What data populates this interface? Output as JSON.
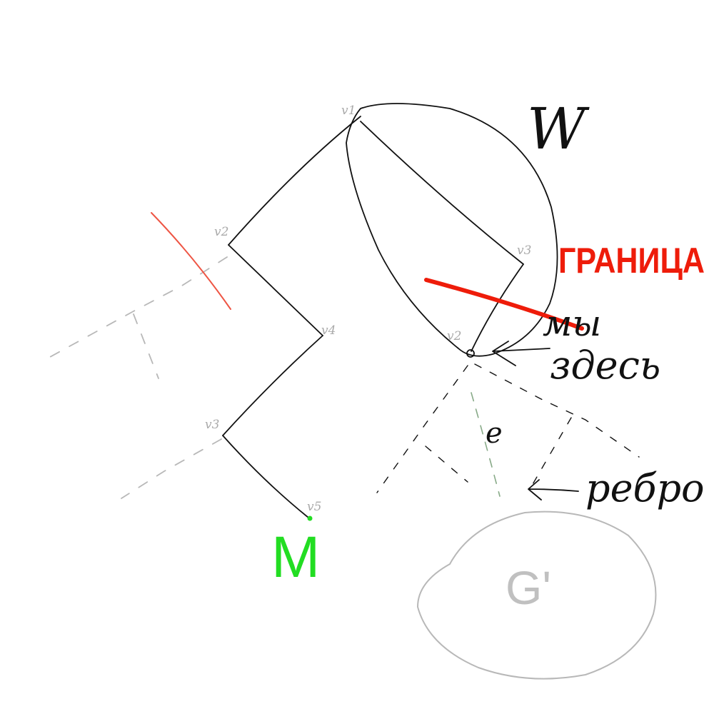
{
  "labels": {
    "W": "W",
    "border": "ГРАНИЦА",
    "we": "мы",
    "here": "здесь",
    "edge": "ребро",
    "e": "e",
    "G_prime": "G'",
    "M": "M"
  },
  "left_path": {
    "vertices": [
      "v1",
      "v2",
      "v4",
      "v3",
      "v5"
    ]
  },
  "right_graph": {
    "vertices": [
      "v1",
      "v3",
      "v2"
    ]
  },
  "colors": {
    "ink": "#111111",
    "border": "#ee1c0a",
    "red_stroke": "#ee5544",
    "green": "#22dd22",
    "gray": "#b8b8b8",
    "muted_green": "#88aa88"
  }
}
